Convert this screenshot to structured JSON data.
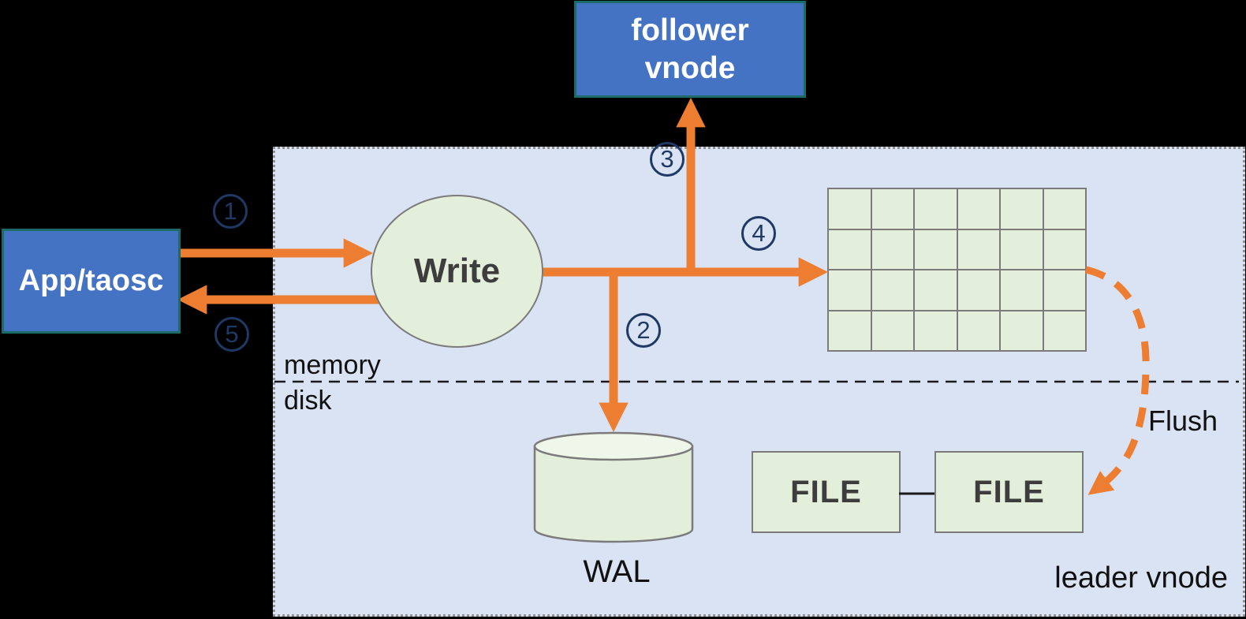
{
  "colors": {
    "orange": "#ED7D31",
    "panel": "#DAE3F4",
    "green": "#E3EFDA",
    "green_light": "#EFF6EA",
    "blue": "#4573C4",
    "teal": "#1C6B68",
    "navy": "#1F3864",
    "gray_border": "#7B7B7B",
    "text_dark": "#3D3D3D",
    "ink": "#111111"
  },
  "nodes": {
    "app": {
      "label": "App/taosc"
    },
    "follower": {
      "line1": "follower",
      "line2": "vnode"
    },
    "write": {
      "label": "Write"
    },
    "mem_table": {
      "rows": 4,
      "cols": 6
    },
    "wal": {
      "label": "WAL"
    },
    "file_left": {
      "label": "FILE"
    },
    "file_right": {
      "label": "FILE"
    }
  },
  "labels": {
    "memory": "memory",
    "disk": "disk",
    "flush": "Flush",
    "leader_vnode": "leader vnode"
  },
  "steps": [
    "1",
    "2",
    "3",
    "4",
    "5"
  ]
}
